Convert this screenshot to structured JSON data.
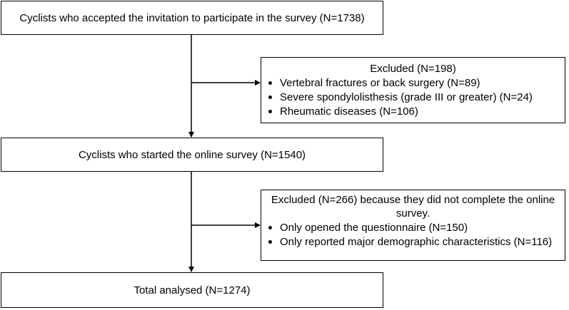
{
  "flow": {
    "top": "Cyclists who accepted the invitation to participate in the survey (N=1738)",
    "exclusion1": {
      "heading": "Excluded (N=198)",
      "items": [
        "Vertebral fractures or back surgery (N=89)",
        "Severe spondylolisthesis (grade III or greater) (N=24)",
        "Rheumatic diseases (N=106)"
      ]
    },
    "middle": "Cyclists who started the online survey (N=1540)",
    "exclusion2": {
      "heading": "Excluded (N=266) because they did not complete the online survey.",
      "items": [
        "Only opened the questionnaire (N=150)",
        "Only reported major demographic characteristics (N=116)"
      ]
    },
    "bottom": "Total analysed (N=1274)"
  }
}
